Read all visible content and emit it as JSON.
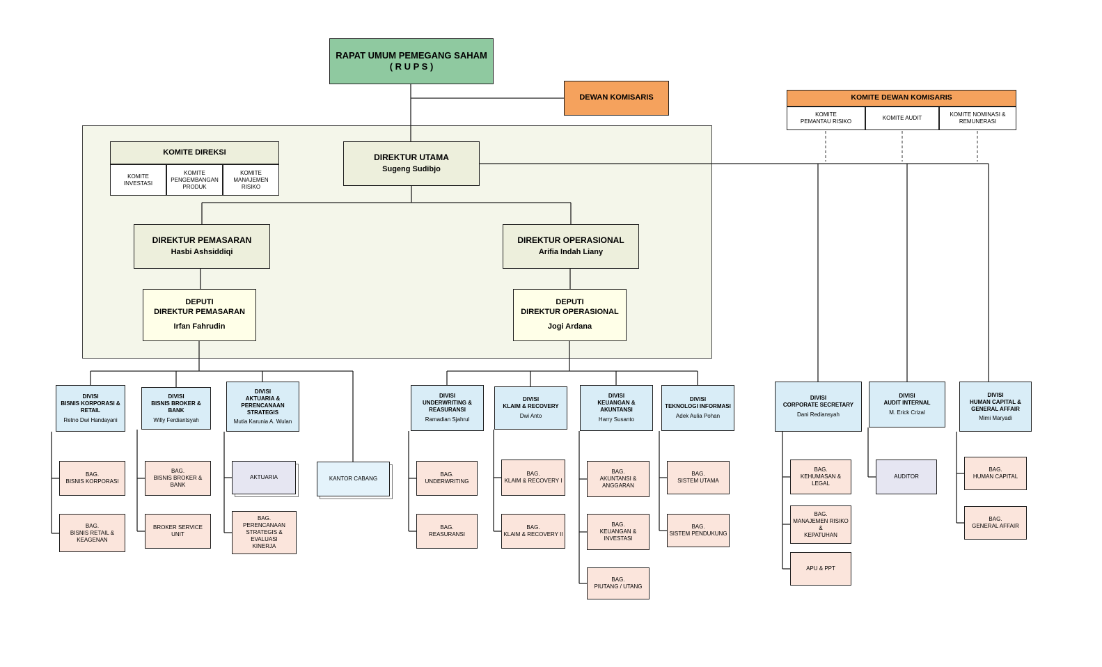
{
  "palette": {
    "green": "#8FC9A0",
    "orange": "#F5A25D",
    "panel": "#F4F6EA",
    "olive": "#EDEFDC",
    "ivory": "#FFFFE8",
    "blue": "#D9EDF7",
    "peach": "#FBE5DC",
    "lavender": "#E6E6F2"
  },
  "rups": {
    "title": "RAPAT UMUM PEMEGANG SAHAM",
    "subtitle": "( R U P S )"
  },
  "dewan_komisaris": {
    "label": "DEWAN KOMISARIS"
  },
  "komite_dewan_komisaris": {
    "header": "KOMITE DEWAN KOMISARIS",
    "pemantau_risiko": "KOMITE\nPEMANTAU RISIKO",
    "audit": "KOMITE AUDIT",
    "nominasi": "KOMITE NOMINASI &\nREMUNERASI"
  },
  "komite_direksi": {
    "header": "KOMITE DIREKSI",
    "investasi": "KOMITE\nINVESTASI",
    "pengembangan_produk": "KOMITE\nPENGEMBANGAN\nPRODUK",
    "manajemen_risiko": "KOMITE\nMANAJEMEN\nRISIKO"
  },
  "direktur_utama": {
    "title": "DIREKTUR UTAMA",
    "name": "Sugeng Sudibjo"
  },
  "direktur_pemasaran": {
    "title": "DIREKTUR PEMASARAN",
    "name": "Hasbi Ashsiddiqi"
  },
  "direktur_operasional": {
    "title": "DIREKTUR OPERASIONAL",
    "name": "Arifia Indah Liany"
  },
  "deputi_pemasaran": {
    "title": "DEPUTI\nDIREKTUR PEMASARAN",
    "name": "Irfan Fahrudin"
  },
  "deputi_operasional": {
    "title": "DEPUTI\nDIREKTUR OPERASIONAL",
    "name": "Jogi Ardana"
  },
  "divisi": {
    "bisnis_korporasi_retail": {
      "title": "DIVISI\nBISNIS KORPORASI &\nRETAIL",
      "name": "Retno Dwi Handayani"
    },
    "bisnis_broker_bank": {
      "title": "DIVISI\nBISNIS BROKER &\nBANK",
      "name": "Willy Ferdiantsyah"
    },
    "aktuaria_perencanaan_strategis": {
      "title": "DIVISI\nAKTUARIA &\nPERENCANAAN\nSTRATEGIS",
      "name": "Mutia Karunia A. Wulan"
    },
    "underwriting_reasuransi": {
      "title": "DIVISI\nUNDERWRITING &\nREASURANSI",
      "name": "Ramadian Sjahrul"
    },
    "klaim_recovery": {
      "title": "DIVISI\nKLAIM & RECOVERY",
      "name": "Dwi Anto"
    },
    "keuangan_akuntansi": {
      "title": "DIVISI\nKEUANGAN &\nAKUNTANSI",
      "name": "Harry Susanto"
    },
    "teknologi_informasi": {
      "title": "DIVISI\nTEKNOLOGI INFORMASI",
      "name": "Adek Aulia Pohan"
    },
    "corporate_secretary": {
      "title": "DIVISI\nCORPORATE SECRETARY",
      "name": "Dani Rediansyah"
    },
    "audit_internal": {
      "title": "DIVISI\nAUDIT INTERNAL",
      "name": "M. Erick Crizal"
    },
    "human_capital_general_affair": {
      "title": "DIVISI\nHUMAN CAPITAL &\nGENERAL AFFAIR",
      "name": "Mimi Maryadi"
    }
  },
  "unit": {
    "bisnis_korporasi": "BAG.\nBISNIS KORPORASI",
    "bisnis_retail_keagenan": "BAG.\nBISNIS RETAIL &\nKEAGENAN",
    "bisnis_broker_bank": "BAG.\nBISNIS BROKER & BANK",
    "broker_service_unit": "BROKER SERVICE UNIT",
    "aktuaria": "AKTUARIA",
    "perencanaan_strategis": "BAG.\nPERENCANAAN\nSTRATEGIS & EVALUASI\nKINERJA",
    "kantor_cabang": "KANTOR CABANG",
    "underwriting": "BAG.\nUNDERWRITING",
    "reasuransi": "BAG.\nREASURANSI",
    "klaim_recovery_1": "BAG.\nKLAIM & RECOVERY I",
    "klaim_recovery_2": "BAG.\nKLAIM & RECOVERY II",
    "akuntansi_anggaran": "BAG.\nAKUNTANSI &\nANGGARAN",
    "keuangan_investasi": "BAG.\nKEUANGAN &\nINVESTASI",
    "piutang_utang": "BAG.\nPIUTANG / UTANG",
    "sistem_utama": "BAG.\nSISTEM UTAMA",
    "sistem_pendukung": "BAG.\nSISTEM PENDUKUNG",
    "kehumasan_legal": "BAG.\nKEHUMASAN & LEGAL",
    "manajemen_risiko_kepatuhan": "BAG.\nMANAJEMEN RISIKO &\nKEPATUHAN",
    "apu_ppt": "APU & PPT",
    "auditor": "AUDITOR",
    "human_capital": "BAG.\nHUMAN CAPITAL",
    "general_affair": "BAG.\nGENERAL AFFAIR"
  }
}
